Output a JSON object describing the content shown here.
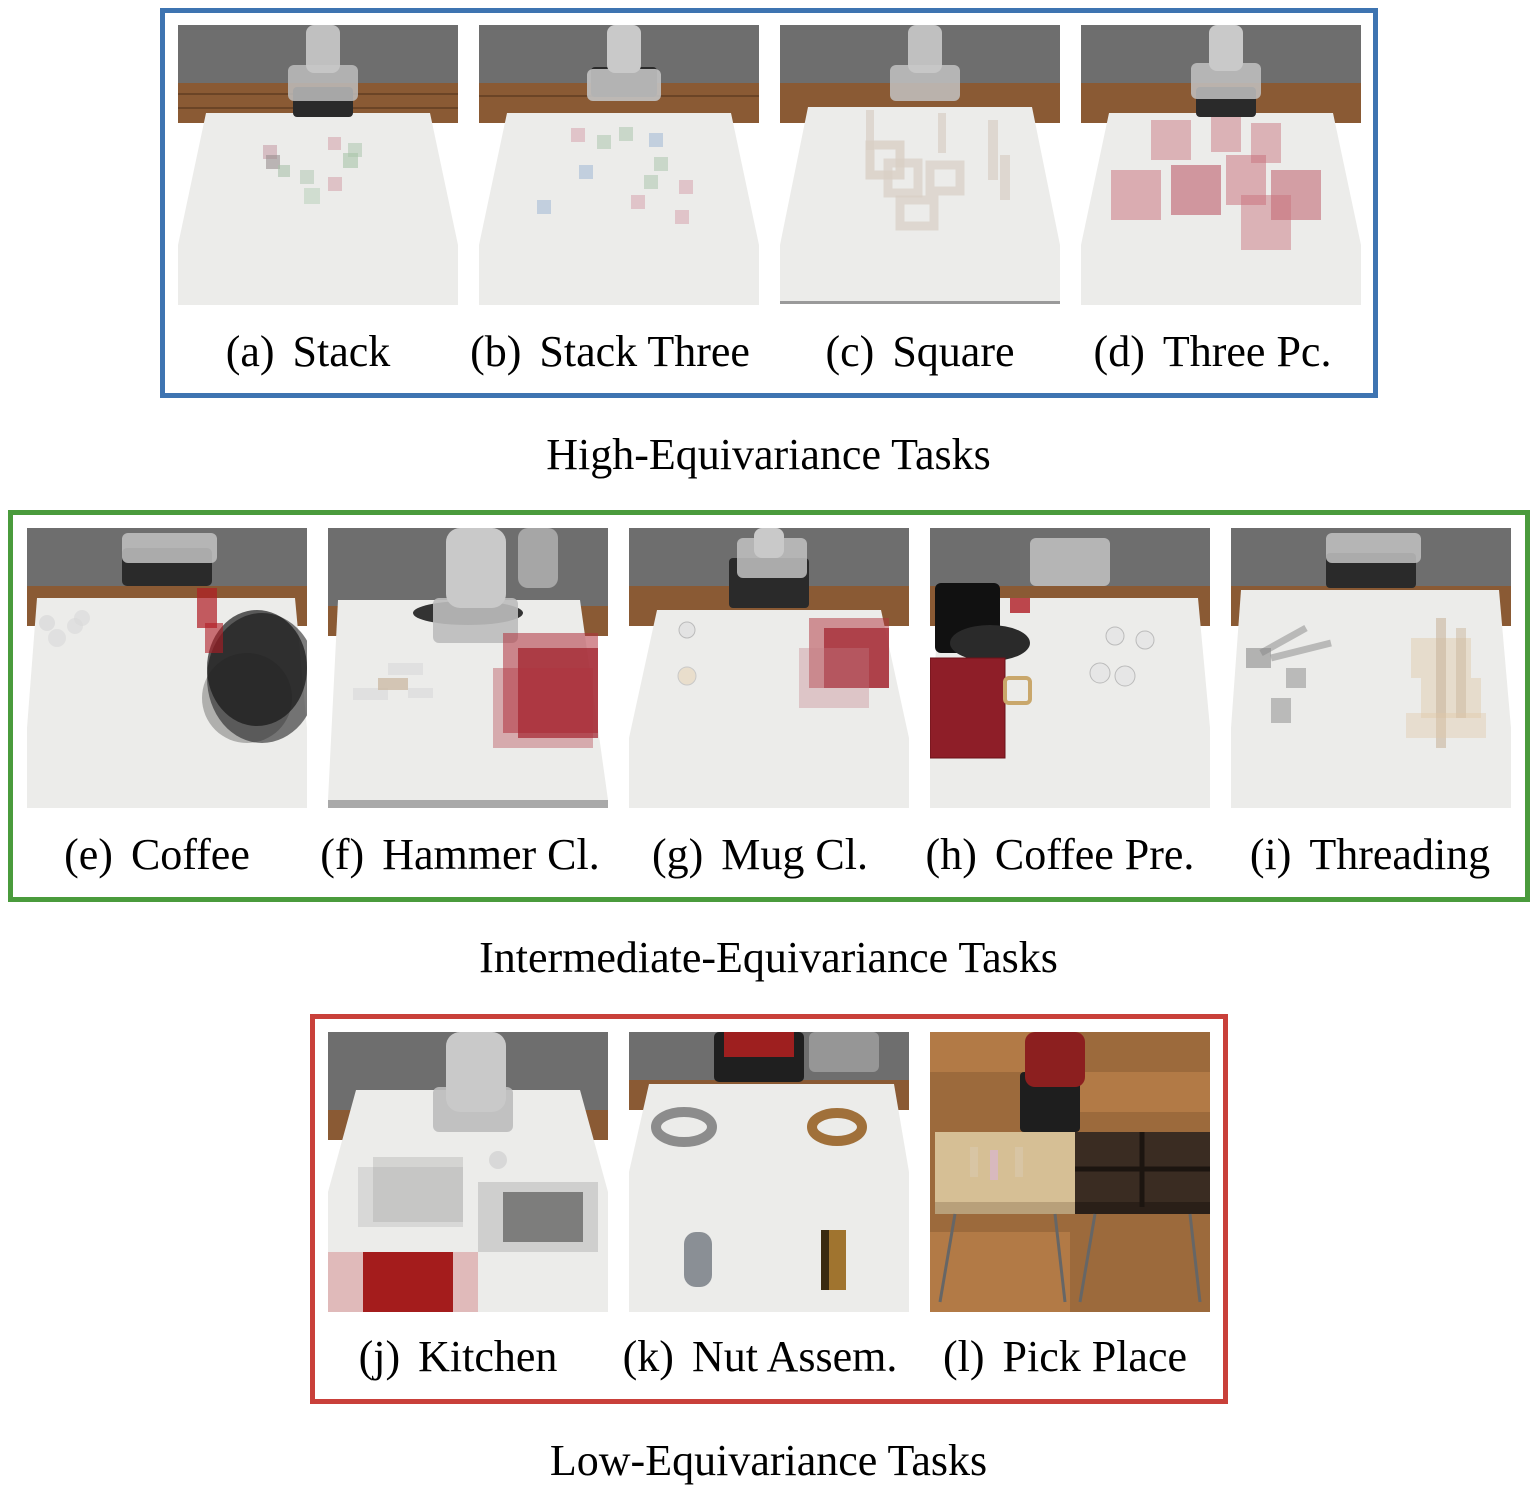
{
  "groups": [
    {
      "title": "High-Equivariance Tasks",
      "border_color": "#3e74b1",
      "panels": [
        {
          "label": "(a)",
          "name": "Stack",
          "scene": "blocks-two-color"
        },
        {
          "label": "(b)",
          "name": "Stack Three",
          "scene": "blocks-three-color"
        },
        {
          "label": "(c)",
          "name": "Square",
          "scene": "square-nuts"
        },
        {
          "label": "(d)",
          "name": "Three Pc.",
          "scene": "three-piece-red"
        }
      ]
    },
    {
      "title": "Intermediate-Equivariance Tasks",
      "border_color": "#4a9b3c",
      "panels": [
        {
          "label": "(e)",
          "name": "Coffee",
          "scene": "coffee-machine"
        },
        {
          "label": "(f)",
          "name": "Hammer Cl.",
          "scene": "hammer-drawer"
        },
        {
          "label": "(g)",
          "name": "Mug Cl.",
          "scene": "mug-drawer"
        },
        {
          "label": "(h)",
          "name": "Coffee Pre.",
          "scene": "coffee-prep"
        },
        {
          "label": "(i)",
          "name": "Threading",
          "scene": "threading"
        }
      ]
    },
    {
      "title": "Low-Equivariance Tasks",
      "border_color": "#c9403a",
      "panels": [
        {
          "label": "(j)",
          "name": "Kitchen",
          "scene": "kitchen"
        },
        {
          "label": "(k)",
          "name": "Nut Assem.",
          "scene": "nut-assembly"
        },
        {
          "label": "(l)",
          "name": "Pick Place",
          "scene": "pick-place"
        }
      ]
    }
  ]
}
